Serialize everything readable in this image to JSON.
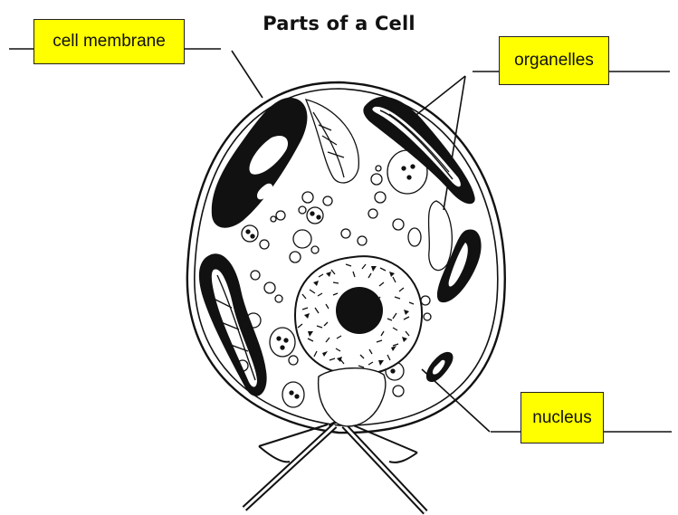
{
  "title": "Parts of a Cell",
  "labels": {
    "membrane": "cell membrane",
    "organelles": "organelles",
    "nucleus": "nucleus"
  },
  "colors": {
    "label_fill": "#ffff00",
    "ink": "#111111",
    "background": "#ffffff"
  }
}
